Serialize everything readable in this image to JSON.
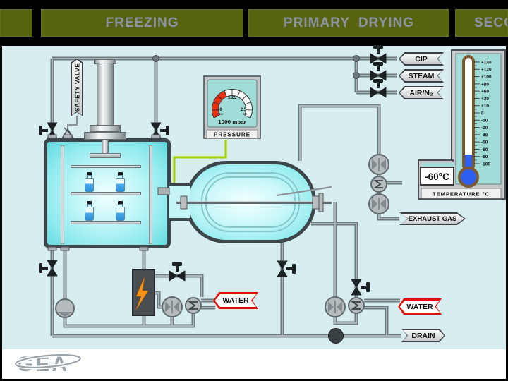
{
  "tabs": [
    {
      "label": ""
    },
    {
      "label": "FREEZING"
    },
    {
      "label": "PRIMARY DRYING"
    },
    {
      "label": "SECO"
    }
  ],
  "tags": {
    "safety_valve": "SAFETY VALVE",
    "cip": "CIP",
    "steam": "STEAM",
    "air_n2": "AIR/N₂",
    "exhaust_gas": "EXHAUST GAS",
    "water_left": "WATER",
    "water_right": "WATER",
    "drain": "DRAIN"
  },
  "pressure_gauge": {
    "title": "PRESSURE",
    "value": "1000 mbar",
    "scale_mid": "1.25",
    "scale_min": "0",
    "scale_min_unit": "mbar",
    "scale_max": "2.5",
    "scale_max_unit": "bar"
  },
  "thermometer": {
    "title": "TEMPERATURE °C",
    "reading": "-60°C",
    "scale": [
      "+140",
      "+120",
      "+100",
      "+80",
      "+60",
      "+20",
      "+10",
      "0",
      "-10",
      "-20",
      "-40",
      "-50",
      "-60",
      "-80",
      "-100"
    ]
  },
  "logo": {
    "text": "GEA"
  },
  "colors": {
    "tab_green": "#57630d",
    "diagram_bg": "#d7edef",
    "alarm_red": "#e01008",
    "sense_line_green": "#a4cf00",
    "thermo_fluid": "#2f5ff0",
    "gauge_red": "#e83010"
  }
}
